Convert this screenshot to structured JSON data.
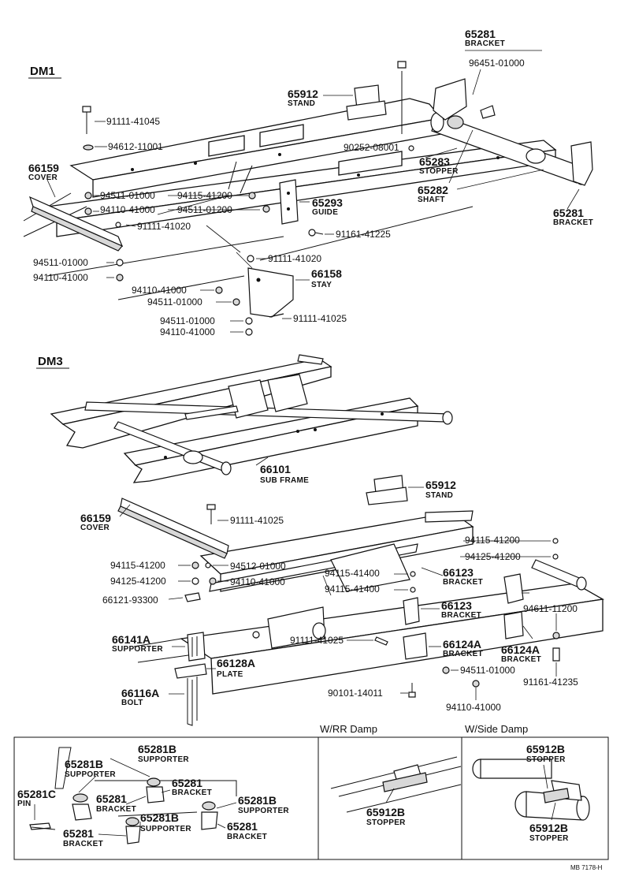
{
  "sections": {
    "dm1": "DM1",
    "dm3": "DM3",
    "rr_damp": "W/RR Damp",
    "side_damp": "W/Side Damp"
  },
  "dm1": {
    "bracket_top": {
      "num": "65281",
      "name": "BRACKET"
    },
    "p96451": "96451-01000",
    "stand": {
      "num": "65912",
      "name": "STAND"
    },
    "p91111_41045": "91111-41045",
    "p94612_11001": "94612-11001",
    "p90252": "90252-08001",
    "stopper": {
      "num": "65283",
      "name": "STOPPER"
    },
    "shaft": {
      "num": "65282",
      "name": "SHAFT"
    },
    "cover": {
      "num": "66159",
      "name": "COVER"
    },
    "p94511_a": "94511-01000",
    "p94115": "94115-41200",
    "p94110_a": "94110-41000",
    "p94511_b": "94511-01200",
    "guide": {
      "num": "65293",
      "name": "GUIDE"
    },
    "bracket_right": {
      "num": "65281",
      "name": "BRACKET"
    },
    "p91111_41020_a": "91111-41020",
    "p91161": "91161-41225",
    "p94511_c": "94511-01000",
    "p94110_b": "94110-41000",
    "p91111_41020_b": "91111-41020",
    "stay": {
      "num": "66158",
      "name": "STAY"
    },
    "p94110_c": "94110-41000",
    "p94511_d": "94511-01000",
    "p94511_e": "94511-01000",
    "p91111_41025": "91111-41025",
    "p94110_d": "94110-41000"
  },
  "dm3": {
    "sub_frame": {
      "num": "66101",
      "name": "SUB FRAME"
    },
    "stand": {
      "num": "65912",
      "name": "STAND"
    },
    "cover": {
      "num": "66159",
      "name": "COVER"
    },
    "p91111_41025_a": "91111-41025",
    "p94115_a": "94115-41200",
    "p94125_a": "94125-41200",
    "p94115_b": "94115-41200",
    "p94512": "94512-01000",
    "p94125_b": "94125-41200",
    "p94110_a": "94110-41000",
    "p94115_41400_a": "94115-41400",
    "p94115_41400_b": "94115-41400",
    "bracket_123a": {
      "num": "66123",
      "name": "BRACKET"
    },
    "bracket_123b": {
      "num": "66123",
      "name": "BRACKET"
    },
    "p66121": "66121-93300",
    "p94611": "94611-11200",
    "supporter": {
      "num": "66141A",
      "name": "SUPPORTER"
    },
    "p91111_41025_b": "91111-41025",
    "bracket_124a": {
      "num": "66124A",
      "name": "BRACKET"
    },
    "bracket_124b": {
      "num": "66124A",
      "name": "BRACKET"
    },
    "plate": {
      "num": "66128A",
      "name": "PLATE"
    },
    "p94511": "94511-01000",
    "p91161": "91161-41235",
    "bolt": {
      "num": "66116A",
      "name": "BOLT"
    },
    "p90101": "90101-14011",
    "p94110_b": "94110-41000"
  },
  "inset": {
    "sup_top": {
      "num": "65281B",
      "name": "SUPPORTER"
    },
    "sup_left": {
      "num": "65281B",
      "name": "SUPPORTER"
    },
    "pin": {
      "num": "65281C",
      "name": "PIN"
    },
    "br_a": {
      "num": "65281",
      "name": "BRACKET"
    },
    "br_b": {
      "num": "65281",
      "name": "BRACKET"
    },
    "sup_right": {
      "num": "65281B",
      "name": "SUPPORTER"
    },
    "sup_mid": {
      "num": "65281B",
      "name": "SUPPORTER"
    },
    "br_c": {
      "num": "65281",
      "name": "BRACKET"
    },
    "br_d": {
      "num": "65281",
      "name": "BRACKET"
    },
    "rr_stopper": {
      "num": "65912B",
      "name": "STOPPER"
    },
    "side_stopper_top": {
      "num": "65912B",
      "name": "STOPPER"
    },
    "side_stopper_bot": {
      "num": "65912B",
      "name": "STOPPER"
    }
  },
  "ref_code": "MB 7178-H"
}
